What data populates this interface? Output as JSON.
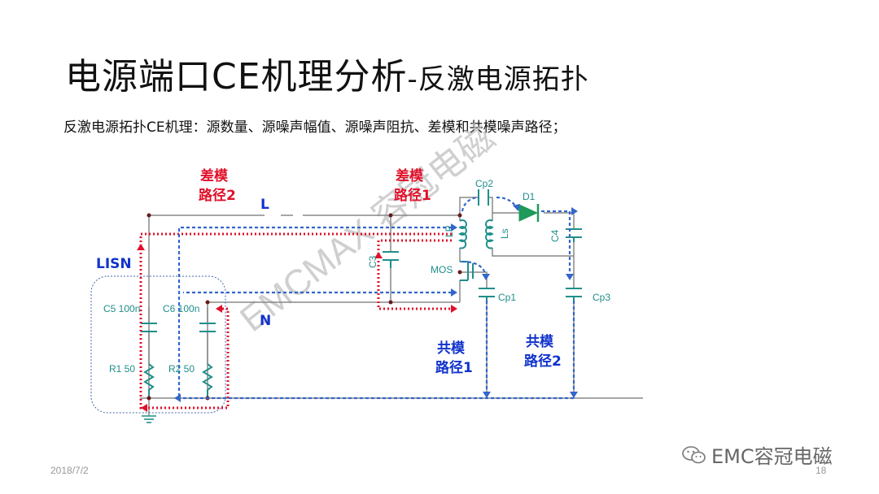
{
  "slide": {
    "title_main": "电源端口CE机理分析",
    "title_sep": "-",
    "title_sub": "反激电源拓扑",
    "subtitle": "反激电源拓扑CE机理：源数量、源噪声幅值、源噪声阻抗、差模和共模噪声路径；",
    "date": "2018/7/2",
    "page": "18",
    "brand": "EMC容冠电磁",
    "watermark": "EMCMAX 容冠电磁"
  },
  "diagram": {
    "labels": {
      "dm_path2_a": "差模",
      "dm_path2_b": "路径2",
      "dm_path1_a": "差模",
      "dm_path1_b": "路径1",
      "cm_path1_a": "共模",
      "cm_path1_b": "路径1",
      "cm_path2_a": "共模",
      "cm_path2_b": "路径2",
      "line_L": "L",
      "line_N": "N",
      "lisn": "LISN"
    },
    "components": {
      "c5": "C5 100n",
      "c6": "C6 100n",
      "r1": "R1 50",
      "r2": "R2 50",
      "c3": "C3",
      "lp": "LP",
      "ls": "Ls",
      "mos": "MOS",
      "cp1": "Cp1",
      "cp2": "Cp2",
      "cp3": "Cp3",
      "c4": "C4",
      "d1": "D1"
    },
    "colors": {
      "wire": "#888888",
      "component": "#1f8f8a",
      "dm_path": "#e0102a",
      "cm_path": "#3366cc",
      "diode": "#1f9a5a"
    }
  }
}
